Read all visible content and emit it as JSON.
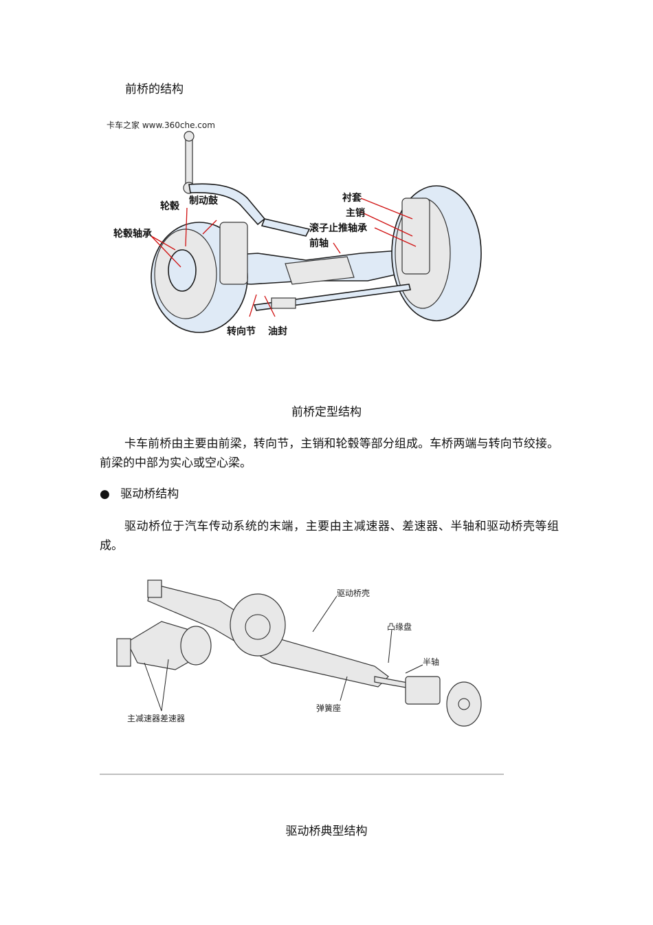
{
  "heading_front": "前桥的结构",
  "figure1": {
    "watermark": "卡车之家  www.360che.com",
    "labels": {
      "hub": "轮毂",
      "drum": "制动鼓",
      "hub_bearing": "轮毂轴承",
      "bushing": "衬套",
      "kingpin": "主销",
      "thrust_bearing": "滚子止推轴承",
      "front_axle": "前轴",
      "knuckle": "转向节",
      "seal": "油封"
    },
    "caption": "前桥定型结构"
  },
  "para_front": "卡车前桥由主要由前梁，转向节，主销和轮毂等部分组成。车桥两端与转向节绞接。前梁的中部为实心或空心梁。",
  "bullet_glyph": "●",
  "heading_drive": "驱动桥结构",
  "para_drive": "驱动桥位于汽车传动系统的末端，主要由主减速器、差速器、半轴和驱动桥壳等组成。",
  "figure2": {
    "labels": {
      "housing": "驱动桥壳",
      "flange": "凸缘盘",
      "half_shaft": "半轴",
      "spring_seat": "弹簧座",
      "reducer_diff": "主减速器差速器"
    },
    "caption": "驱动桥典型结构"
  }
}
